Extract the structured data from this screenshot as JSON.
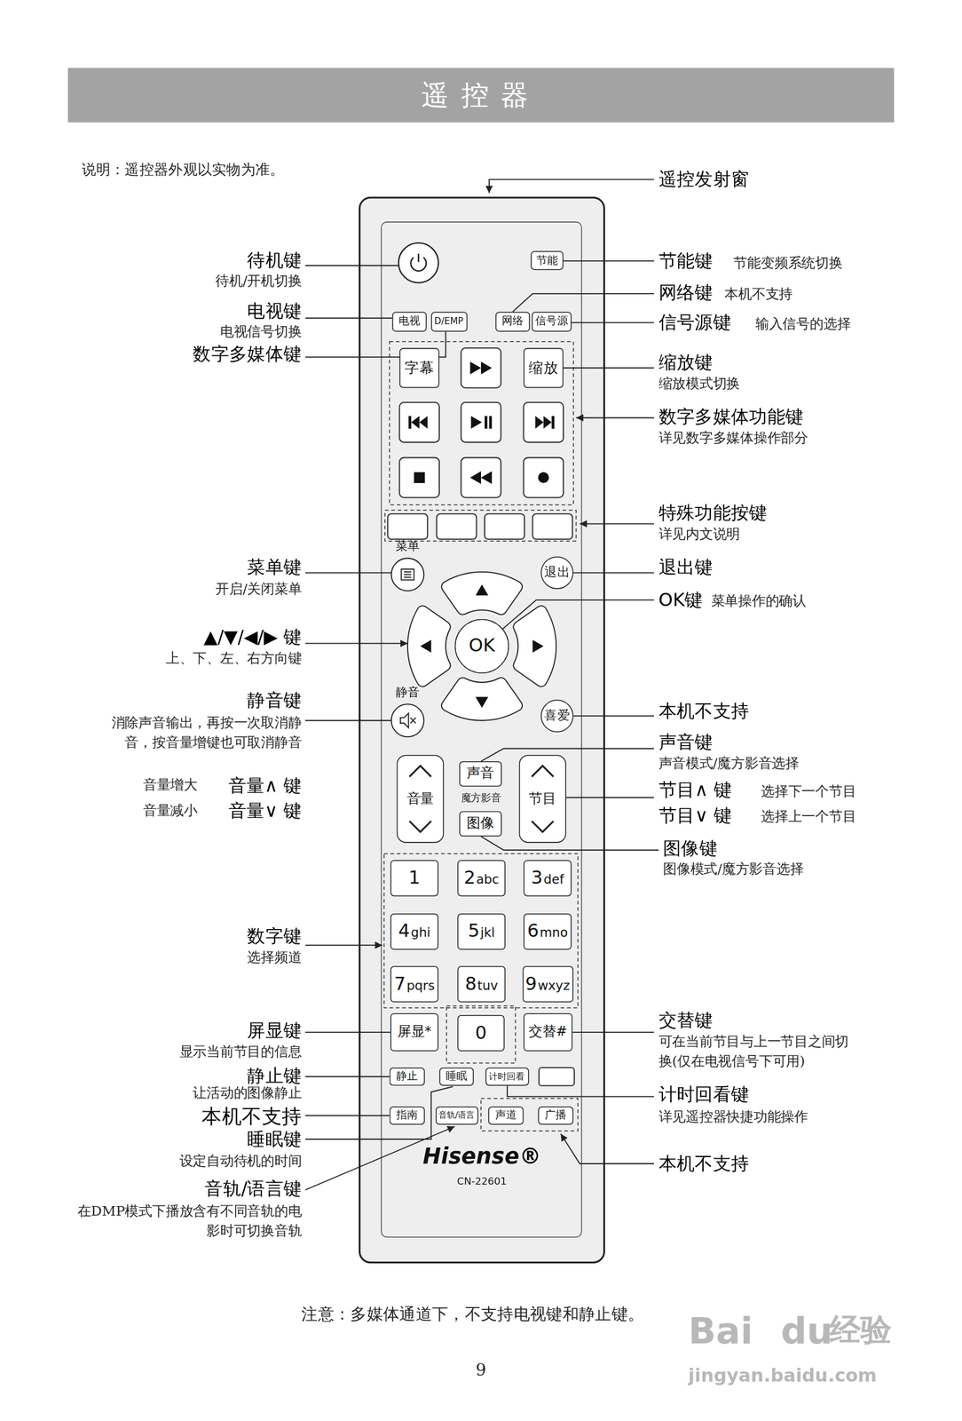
{
  "diagram": {
    "title": "遥控器",
    "nodes": [
      {
        "text": [
          "Hisense®",
          "CN-22601"
        ]
      },
      {
        "text": [
          "节能"
        ],
        "in": 0
      },
      {
        "text": [
          "电视"
        ],
        "in": 0
      },
      {
        "text": [
          "D/EMP"
        ],
        "in": 0
      },
      {
        "text": [
          "网络"
        ],
        "in": 0
      },
      {
        "text": [
          "信号源"
        ],
        "in": 0
      },
      {
        "text": [
          "字幕"
        ],
        "in": 0
      },
      {
        "text": [
          "缩放"
        ],
        "in": 0
      },
      {
        "text": [
          "菜单"
        ],
        "in": 0
      },
      {
        "text": [
          "退出"
        ],
        "in": 0
      },
      {
        "text": [
          "OK"
        ],
        "in": 0
      },
      {
        "text": [
          "静音"
        ],
        "in": 0
      },
      {
        "text": [
          "喜爱"
        ],
        "in": 0
      },
      {
        "text": [
          "音量"
        ],
        "in": 0
      },
      {
        "text": [
          "声音"
        ],
        "in": 0
      },
      {
        "text": [
          "节目"
        ],
        "in": 0
      },
      {
        "text": [
          "图像"
        ],
        "in": 0
      },
      {
        "text": [
          "1"
        ],
        "in": 0
      },
      {
        "text": [
          "2",
          "abc"
        ],
        "in": 0
      },
      {
        "text": [
          "3",
          "def"
        ],
        "in": 0
      },
      {
        "text": [
          "4",
          "ghi"
        ],
        "in": 0
      },
      {
        "text": [
          "5",
          "jkl"
        ],
        "in": 0
      },
      {
        "text": [
          "6",
          "mno"
        ],
        "in": 0
      },
      {
        "text": [
          "7",
          "pqrs"
        ],
        "in": 0
      },
      {
        "text": [
          "8",
          "tuv"
        ],
        "in": 0
      },
      {
        "text": [
          "9",
          "wxyz"
        ],
        "in": 0
      },
      {
        "text": [
          "屏显*"
        ],
        "in": 0
      },
      {
        "text": [
          "0"
        ],
        "in": 0
      },
      {
        "text": [
          "交替#"
        ],
        "in": 0
      },
      {
        "text": [
          "静止"
        ],
        "in": 0
      },
      {
        "text": [
          "睡眠"
        ],
        "in": 0
      },
      {
        "text": [
          "计时回看"
        ],
        "in": 0
      },
      {
        "text": [
          "指南"
        ],
        "in": 0
      },
      {
        "text": [
          "音轨/语言"
        ],
        "in": 0
      },
      {
        "text": [
          "声道"
        ],
        "in": 0
      },
      {
        "text": [
          "广播"
        ],
        "in": 0
      }
    ],
    "labels": [
      "说明：遥控器外观以实物为准。",
      "遥控发射窗",
      "待机键",
      "待机/开机切换",
      "电视键",
      "电视信号切换",
      "数字多媒体键",
      "节能键",
      "节能变频系统切换",
      "网络键",
      "本机不支持",
      "信号源键",
      "输入信号的选择",
      "缩放键",
      "缩放模式切换",
      "数字多媒体功能键",
      "详见数字多媒体操作部分",
      "特殊功能按键",
      "详见内文说明",
      "菜单键",
      "开启/关闭菜单",
      "退出键",
      "OK键",
      "菜单操作的确认",
      "▲/▼/◀/▶ 键",
      "上、下、左、右方向键",
      "静音键",
      "消除声音输出，再按一次取消静音，按音量增键也可取消静音",
      "本机不支持",
      "声音键",
      "声音模式/魔方影音选择",
      "音量增大",
      "音量∧ 键",
      "音量减小",
      "音量∨ 键",
      "魔方影音",
      "节目∧ 键",
      "选择下一个节目",
      "节目∨ 键",
      "选择上一个节目",
      "图像键",
      "图像模式/魔方影音选择",
      "数字键",
      "选择频道",
      "屏显键",
      "显示当前节目的信息",
      "交替键",
      "可在当前节目与上一节目之间切换(仅在电视信号下可用)",
      "静止键",
      "让活动的图像静止",
      "计时回看键",
      "详见遥控器快捷功能操作",
      "本机不支持",
      "睡眠键",
      "设定自动待机的时间",
      "本机不支持",
      "音轨/语言键",
      "在DMP模式下播放含有不同音轨的电影时可切换音轨",
      "注意：多媒体通道下，不支持电视键和静止键。",
      "9",
      "Bai",
      "du",
      "经验",
      "jingyan.baidu.com"
    ]
  }
}
